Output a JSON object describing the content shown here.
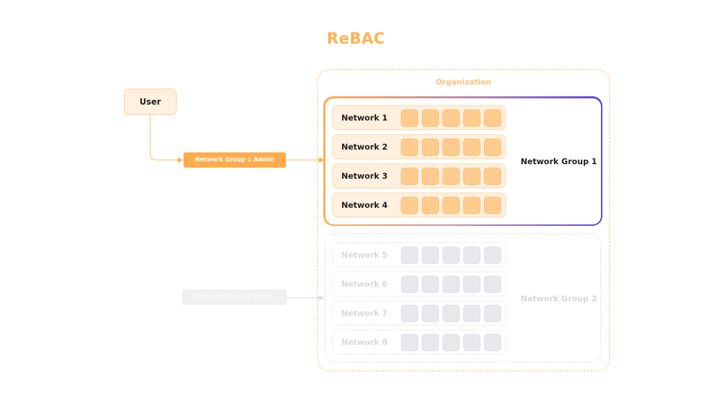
{
  "title": "ReBAC",
  "user": {
    "label": "User"
  },
  "roles": [
    {
      "label": "Network Group 1 Admin",
      "state": "active"
    },
    {
      "label": "Network Group 2 Admin",
      "state": "inactive"
    }
  ],
  "organization": {
    "label": "Organization"
  },
  "groups": [
    {
      "label": "Network Group 1",
      "state": "active",
      "networks": [
        {
          "label": "Network 1",
          "resources": 5
        },
        {
          "label": "Network 2",
          "resources": 5
        },
        {
          "label": "Network 3",
          "resources": 5
        },
        {
          "label": "Network 4",
          "resources": 5
        }
      ]
    },
    {
      "label": "Network Group 2",
      "state": "inactive",
      "networks": [
        {
          "label": "Network 5",
          "resources": 5
        },
        {
          "label": "Network 6",
          "resources": 5
        },
        {
          "label": "Network 7",
          "resources": 5
        },
        {
          "label": "Network 8",
          "resources": 5
        }
      ]
    }
  ],
  "colors": {
    "accent": "#ffac4f",
    "accent_light": "#fff0df",
    "gradient_end": "#5a3fdc",
    "inactive": "#e6e8eb"
  }
}
